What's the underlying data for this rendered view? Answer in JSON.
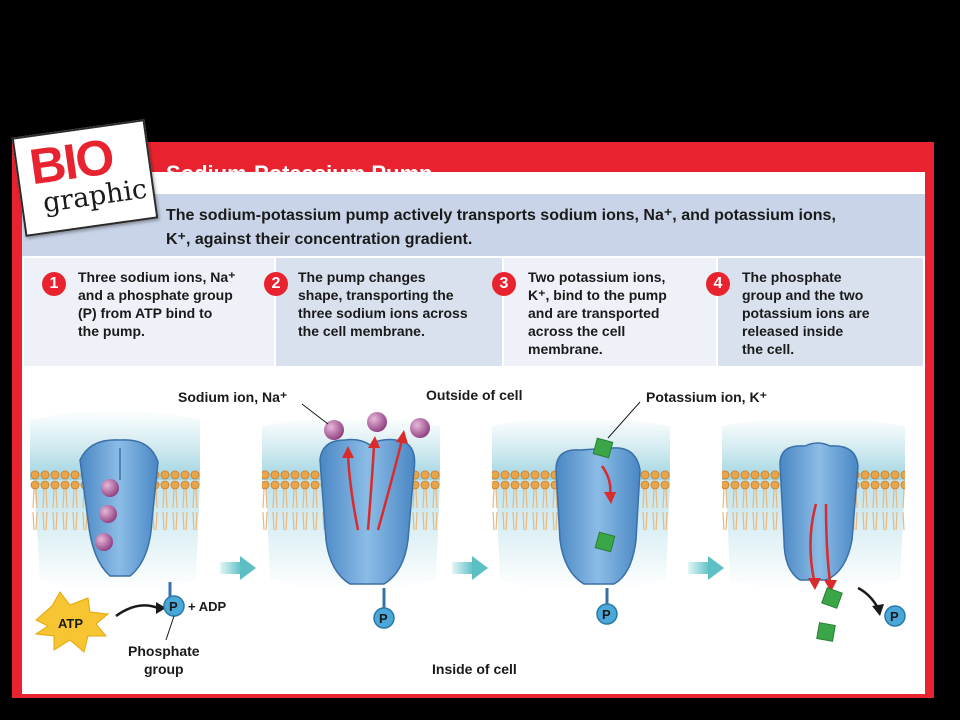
{
  "logo": {
    "bio": "BIO",
    "graphic": "graphic"
  },
  "title": "Sodium-Potassium Pump",
  "description": "The sodium-potassium pump actively transports sodium ions, Na⁺, and potassium ions, K⁺, against their concentration gradient.",
  "steps": [
    {
      "number": "1",
      "text": "Three sodium ions, Na⁺\nand a phosphate group\n(P) from ATP bind to\nthe pump."
    },
    {
      "number": "2",
      "text": "The pump changes\nshape, transporting the\nthree sodium ions across\nthe cell membrane."
    },
    {
      "number": "3",
      "text": "Two potassium ions,\nK⁺, bind to the pump\nand are transported\nacross the cell\nmembrane."
    },
    {
      "number": "4",
      "text": "The phosphate\ngroup and the two\npotassium ions are\nreleased inside\nthe cell."
    }
  ],
  "labels": {
    "sodium_ion": "Sodium ion, Na⁺",
    "outside": "Outside of cell",
    "potassium_ion": "Potassium ion, K⁺",
    "inside": "Inside of cell",
    "phosphate_group": "Phosphate\ngroup",
    "atp": "ATP",
    "plus_adp": "+ ADP",
    "p": "P"
  },
  "colors": {
    "frame_red": "#e8232f",
    "band_blue": "#c9d4e8",
    "pump_blue": "#5b9bd5",
    "sodium_purple": "#a0508f",
    "potassium_green": "#3aa648",
    "arrow_red": "#d92b2b",
    "transition_arrow": "#6cc5c9",
    "atp_yellow": "#f7c531"
  }
}
